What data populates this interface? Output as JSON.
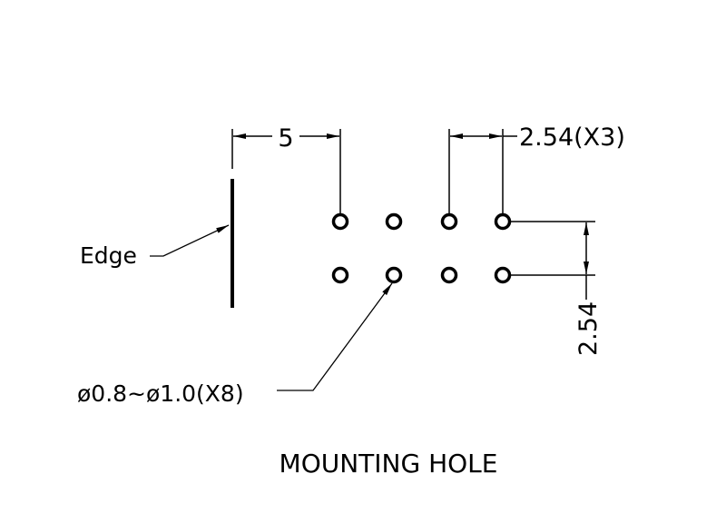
{
  "title": "MOUNTING HOLE",
  "labels": {
    "edge": "Edge",
    "edge_distance": "5",
    "pitch_horizontal": "2.54(X3)",
    "pitch_vertical": "2.54",
    "hole_diameter": "ø0.8~ø1.0(X8)"
  },
  "holes": {
    "rows": 2,
    "columns": 4
  },
  "colors": {
    "line": "#000000",
    "background": "#ffffff"
  }
}
